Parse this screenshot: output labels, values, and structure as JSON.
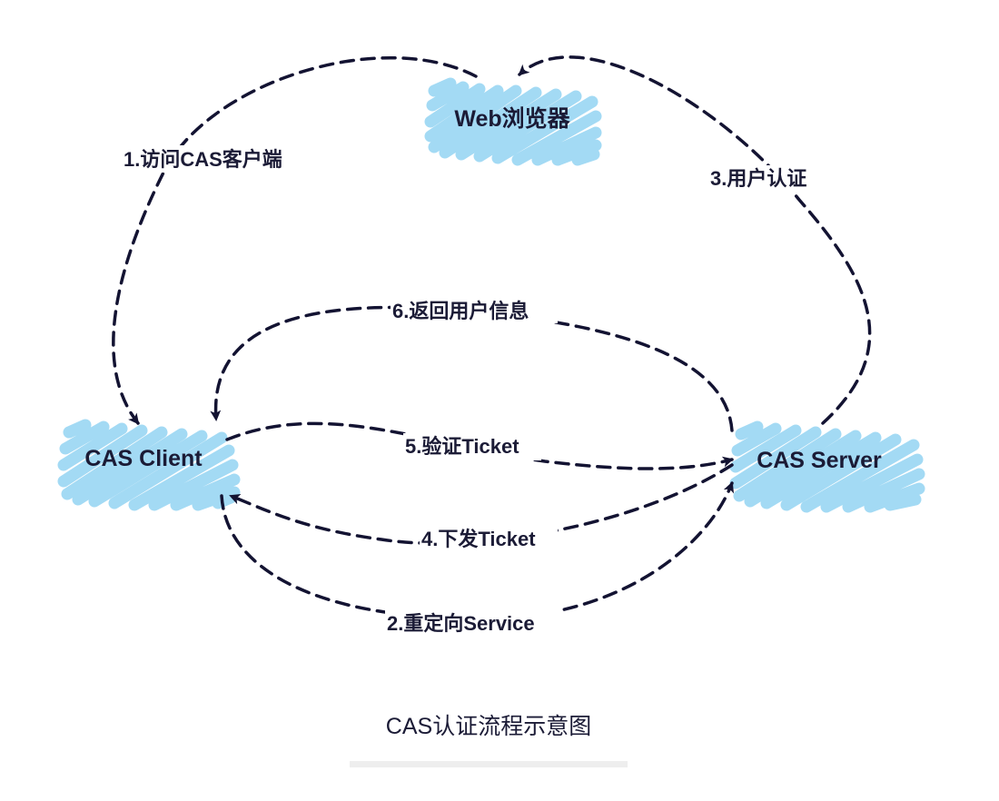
{
  "nodes": {
    "browser": {
      "label": "Web浏览器"
    },
    "client": {
      "label": "CAS Client"
    },
    "server": {
      "label": "CAS Server"
    }
  },
  "edges": {
    "e1": {
      "label": "1.访问CAS客户端",
      "from": "browser",
      "to": "client"
    },
    "e2": {
      "label": "2.重定向Service",
      "from": "client",
      "to": "server"
    },
    "e3": {
      "label": "3.用户认证",
      "from": "server",
      "to": "browser"
    },
    "e4": {
      "label": "4.下发Ticket",
      "from": "server",
      "to": "client"
    },
    "e5": {
      "label": "5.验证Ticket",
      "from": "client",
      "to": "server"
    },
    "e6": {
      "label": "6.返回用户信息",
      "from": "server",
      "to": "client"
    }
  },
  "caption": "CAS认证流程示意图",
  "colors": {
    "node_fill": "#a3daf4",
    "edge": "#131332",
    "text": "#1b1b36"
  }
}
